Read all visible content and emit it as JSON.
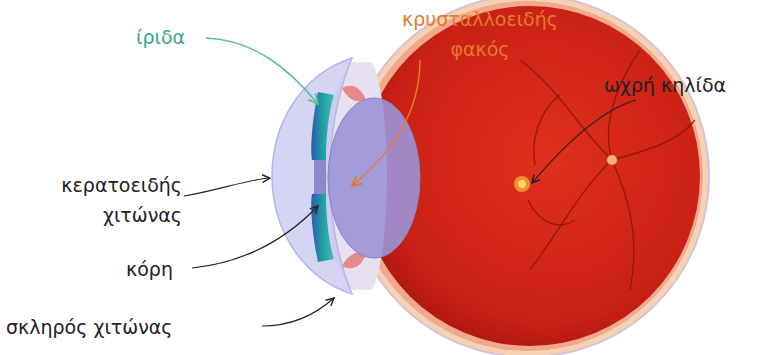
{
  "diagram": {
    "labels": [
      "κρυσταλλοειδής φακός",
      "ίριδα",
      "ωχρή κηλίδα",
      "κερατοειδής χιτώνας",
      "κόρη",
      "σκληρός χιτώνας"
    ]
  }
}
